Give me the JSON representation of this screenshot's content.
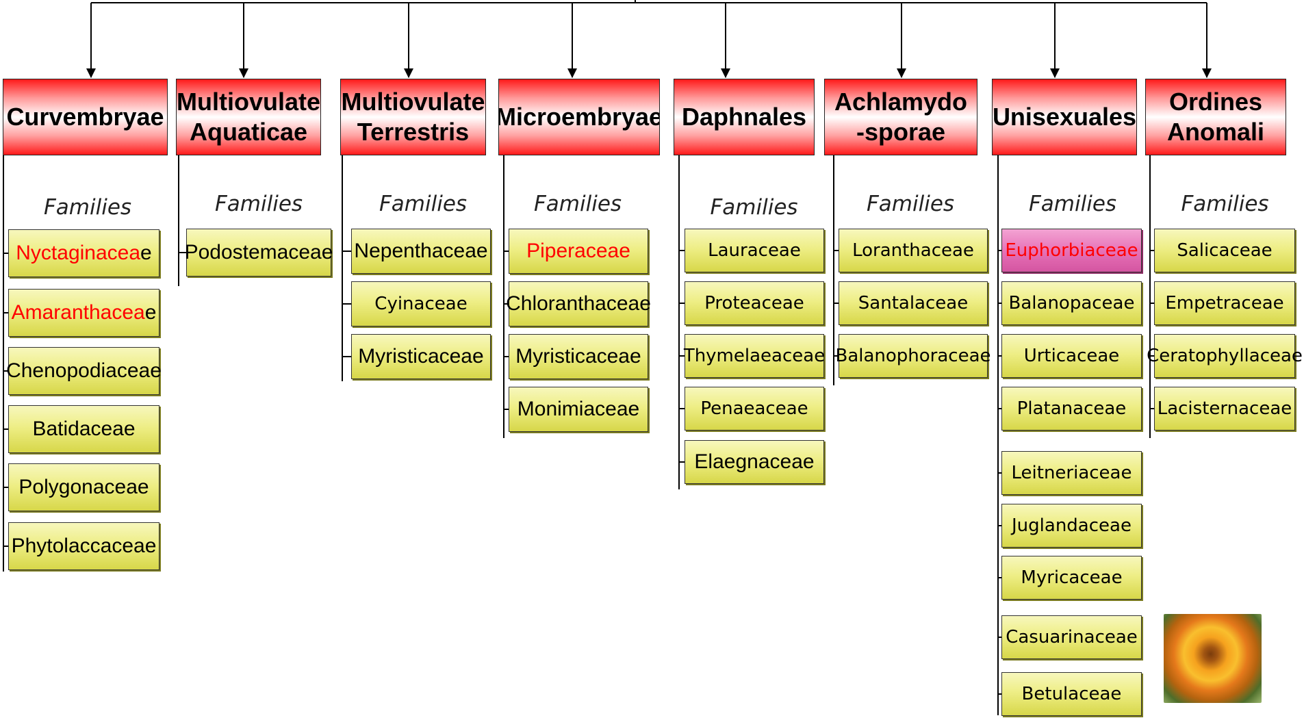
{
  "colors": {
    "header_gradient": "#ff1a1a",
    "family_box": "#eeee86",
    "highlight_box": "#e56fb5",
    "highlight_text": "#ff0000"
  },
  "columns": [
    {
      "title": "Curvembryae",
      "families_label": "Families",
      "families": [
        {
          "name": "Nyctaginaceae",
          "red_part": "Nyctaginacea",
          "rest": "e"
        },
        {
          "name": "Amaranthaceae",
          "red_part": "Amaranthacea",
          "rest": "e"
        },
        {
          "name": "Chenopodiaceae"
        },
        {
          "name": "Batidaceae"
        },
        {
          "name": "Polygonaceae"
        },
        {
          "name": "Phytolaccaceae"
        }
      ]
    },
    {
      "title": "Multiovulate\nAquaticae",
      "families_label": "Families",
      "families": [
        {
          "name": "Podostemaceae"
        }
      ]
    },
    {
      "title": "Multiovulate\nTerrestris",
      "families_label": "Families",
      "families": [
        {
          "name": "Nepenthaceae"
        },
        {
          "name": "Cyinaceae"
        },
        {
          "name": "Myristicaceae"
        }
      ]
    },
    {
      "title": "Microembryae",
      "families_label": "Families",
      "families": [
        {
          "name": "Piperaceae",
          "red_part": "Piperaceae",
          "rest": ""
        },
        {
          "name": "Chloranthaceae"
        },
        {
          "name": "Myristicaceae"
        },
        {
          "name": "Monimiaceae"
        }
      ]
    },
    {
      "title": "Daphnales",
      "families_label": "Families",
      "families": [
        {
          "name": "Lauraceae"
        },
        {
          "name": "Proteaceae"
        },
        {
          "name": "Thymelaeaceae"
        },
        {
          "name": "Penaeaceae"
        },
        {
          "name": "Elaegnaceae"
        }
      ]
    },
    {
      "title": "Achlamydo\n-sporae",
      "families_label": "Families",
      "families": [
        {
          "name": "Loranthaceae"
        },
        {
          "name": "Santalaceae"
        },
        {
          "name": "Balanophoraceae"
        }
      ]
    },
    {
      "title": "Unisexuales",
      "families_label": "Families",
      "families": [
        {
          "name": "Euphorbiaceae",
          "red_part": "Euphorbiaceae",
          "rest": ""
        },
        {
          "name": "Balanopaceae"
        },
        {
          "name": "Urticaceae"
        },
        {
          "name": "Platanaceae"
        },
        {
          "name": "Leitneriaceae"
        },
        {
          "name": "Juglandaceae"
        },
        {
          "name": "Myricaceae"
        },
        {
          "name": "Casuarinaceae"
        },
        {
          "name": "Betulaceae"
        }
      ]
    },
    {
      "title": "Ordines\nAnomali",
      "families_label": "Families",
      "families": [
        {
          "name": "Salicaceae"
        },
        {
          "name": "Empetraceae"
        },
        {
          "name": "Ceratophyllaceae"
        },
        {
          "name": "Lacisternaceae"
        }
      ]
    }
  ]
}
